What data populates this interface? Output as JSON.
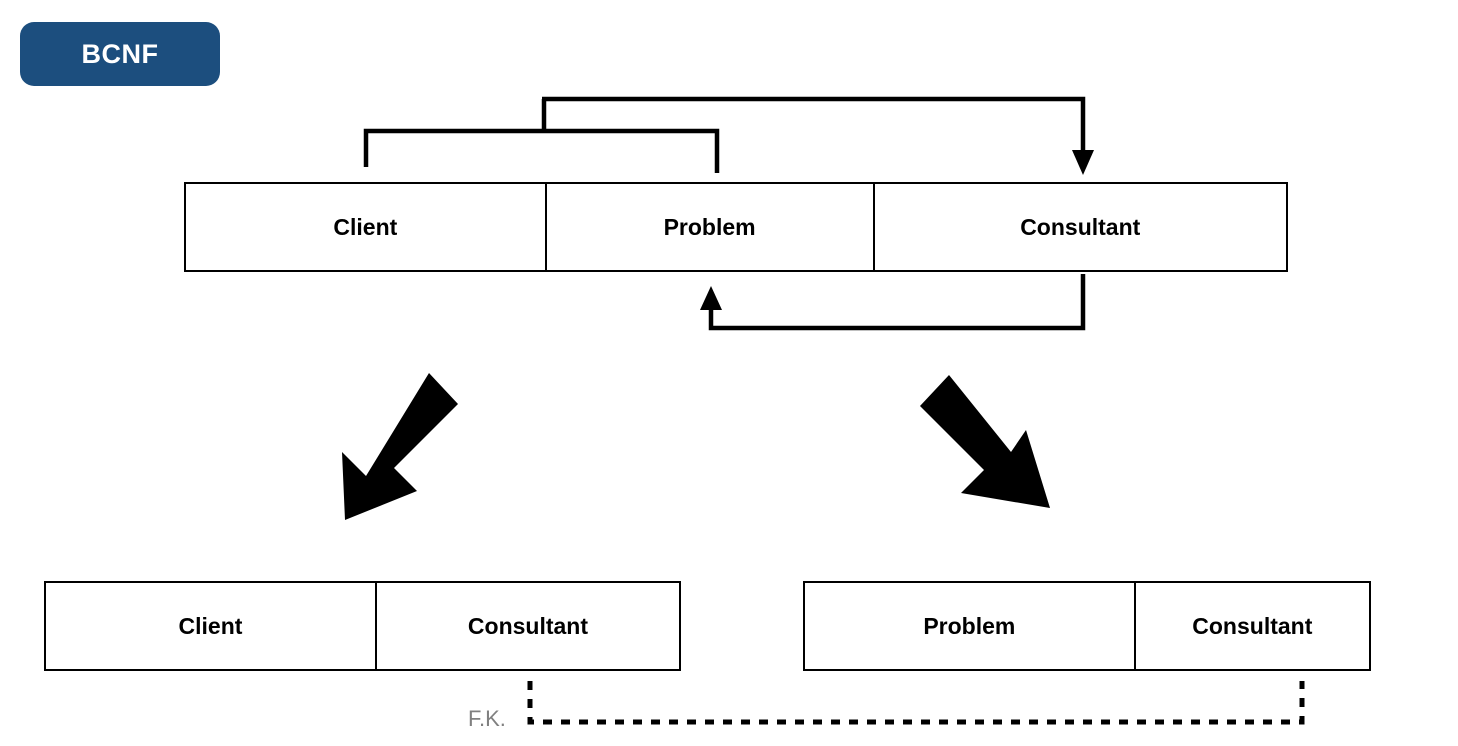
{
  "badge": {
    "label": "BCNF",
    "bg_color": "#1c4e7e",
    "text_color": "#ffffff"
  },
  "relations": {
    "main": {
      "name": "original-relation",
      "columns": [
        "Client",
        "Problem",
        "Consultant"
      ]
    },
    "left": {
      "name": "decomposed-relation-left",
      "columns": [
        "Client",
        "Consultant"
      ]
    },
    "right": {
      "name": "decomposed-relation-right",
      "columns": [
        "Problem",
        "Consultant"
      ]
    }
  },
  "annotations": {
    "foreign_key_label": "F.K.",
    "foreign_key_color": "#808080"
  },
  "dependencies": [
    {
      "name": "client-problem-determines-consultant",
      "from": [
        "Client",
        "Problem"
      ],
      "to": "Consultant"
    },
    {
      "name": "consultant-determines-problem",
      "from": [
        "Consultant"
      ],
      "to": "Problem"
    }
  ],
  "decomposition_arrows": [
    {
      "name": "arrow-to-left-relation",
      "direction": "down-left"
    },
    {
      "name": "arrow-to-right-relation",
      "direction": "down-right"
    }
  ],
  "style": {
    "line_color": "#000000",
    "box_border_color": "#000000",
    "background": "#ffffff"
  }
}
